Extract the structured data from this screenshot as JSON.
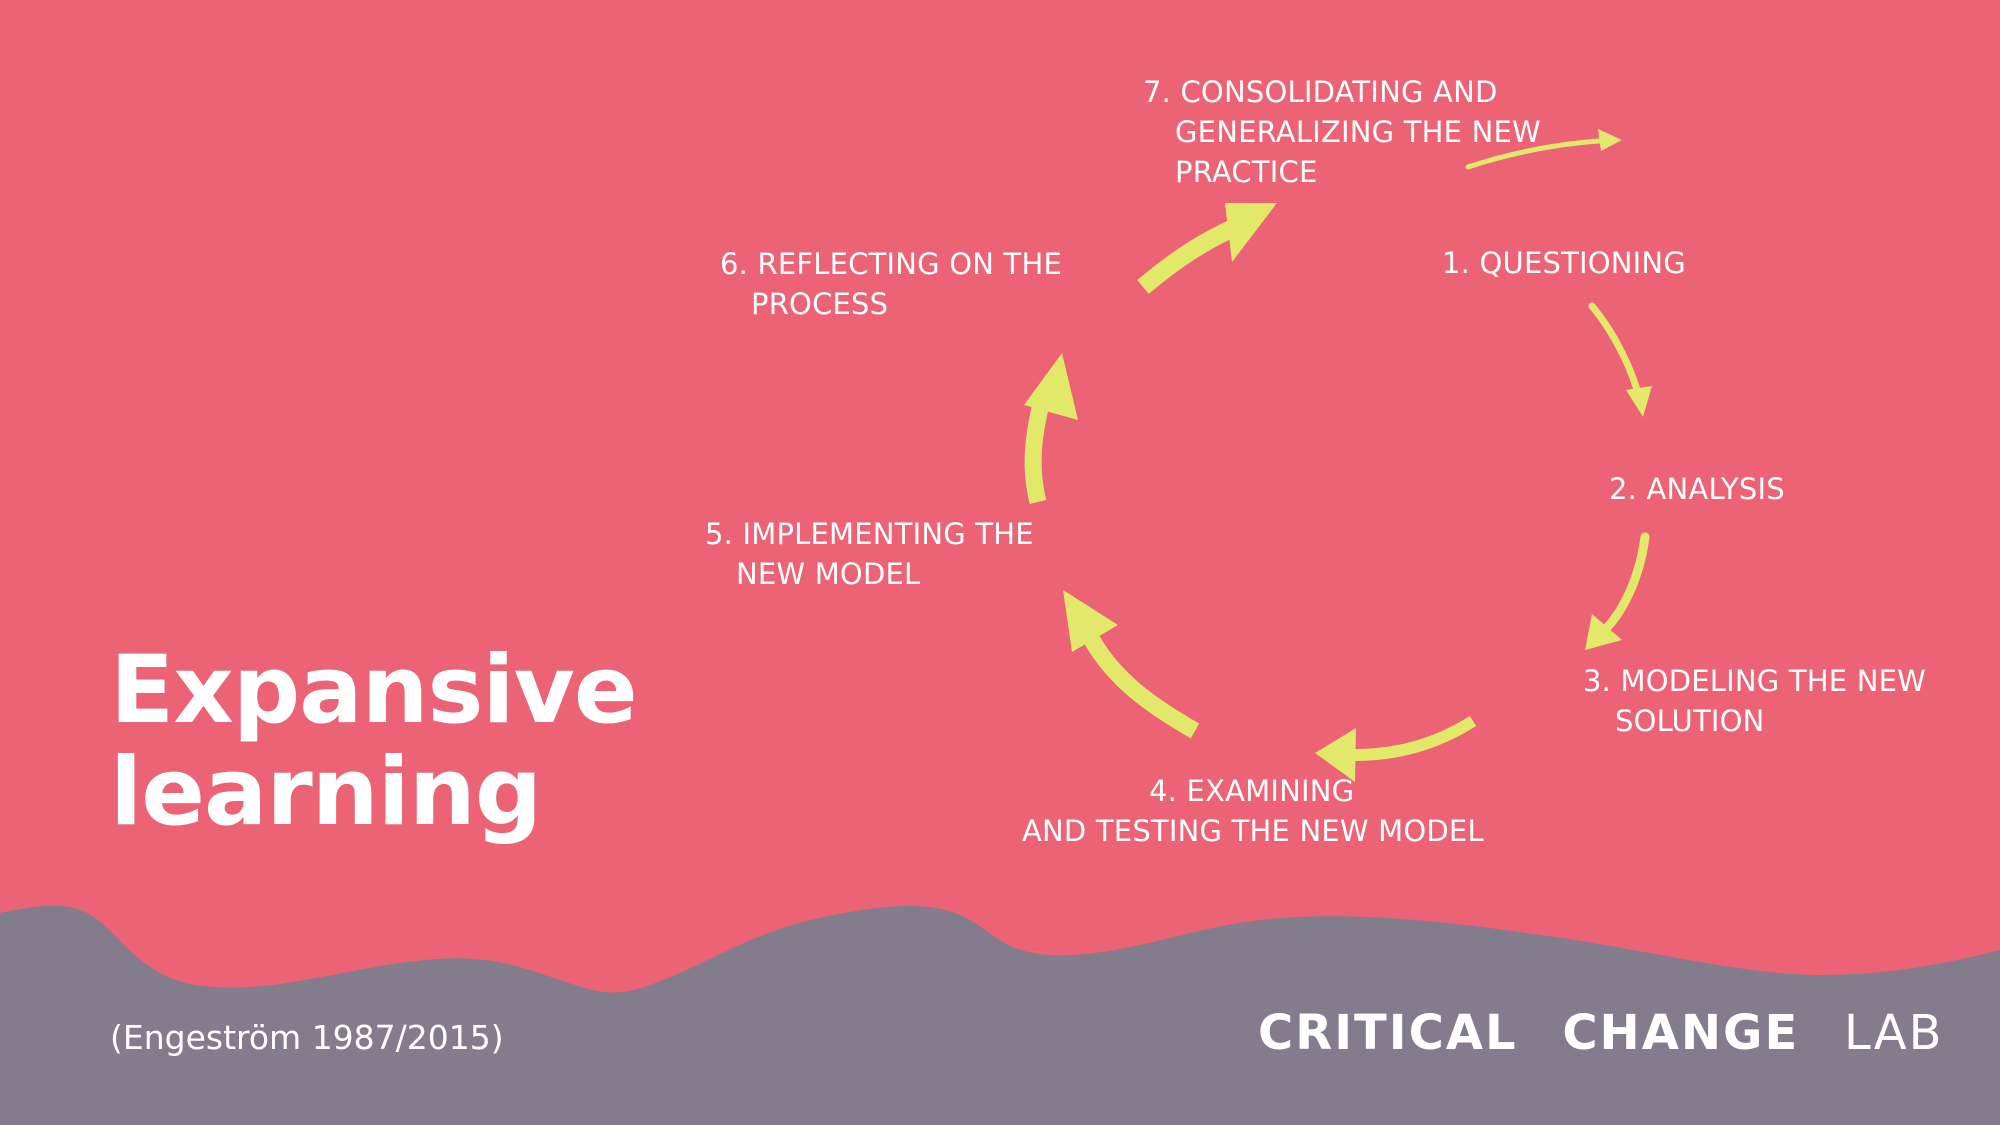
{
  "colors": {
    "background": "#EB6374",
    "wave": "#827C8D",
    "arrow": "#E2E86A",
    "text": "#FFFFFF"
  },
  "title": {
    "line1": "Expansive",
    "line2": "learning"
  },
  "citation": "(Engeström 1987/2015)",
  "logo": {
    "word1": "CRITICAL",
    "word2": "CHANGE",
    "word3": "LAB"
  },
  "steps": [
    {
      "lines": [
        "1. QUESTIONING"
      ]
    },
    {
      "lines": [
        "2. ANALYSIS"
      ]
    },
    {
      "lines": [
        "3. MODELING THE NEW",
        "SOLUTION"
      ]
    },
    {
      "lines": [
        "4. EXAMINING",
        "AND TESTING THE NEW MODEL"
      ]
    },
    {
      "lines": [
        "5. IMPLEMENTING THE",
        "NEW MODEL"
      ]
    },
    {
      "lines": [
        "6. REFLECTING ON THE",
        "PROCESS"
      ]
    },
    {
      "lines": [
        "7. CONSOLIDATING AND",
        "GENERALIZING THE NEW",
        "PRACTICE"
      ]
    }
  ]
}
